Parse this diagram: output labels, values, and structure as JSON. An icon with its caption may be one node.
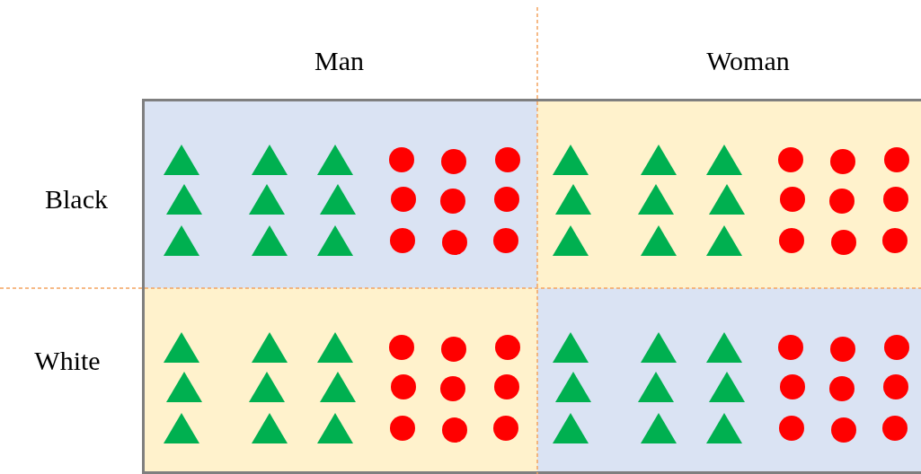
{
  "diagram": {
    "labels": [
      "Man",
      "Woman",
      "Black",
      "White"
    ]
  }
}
